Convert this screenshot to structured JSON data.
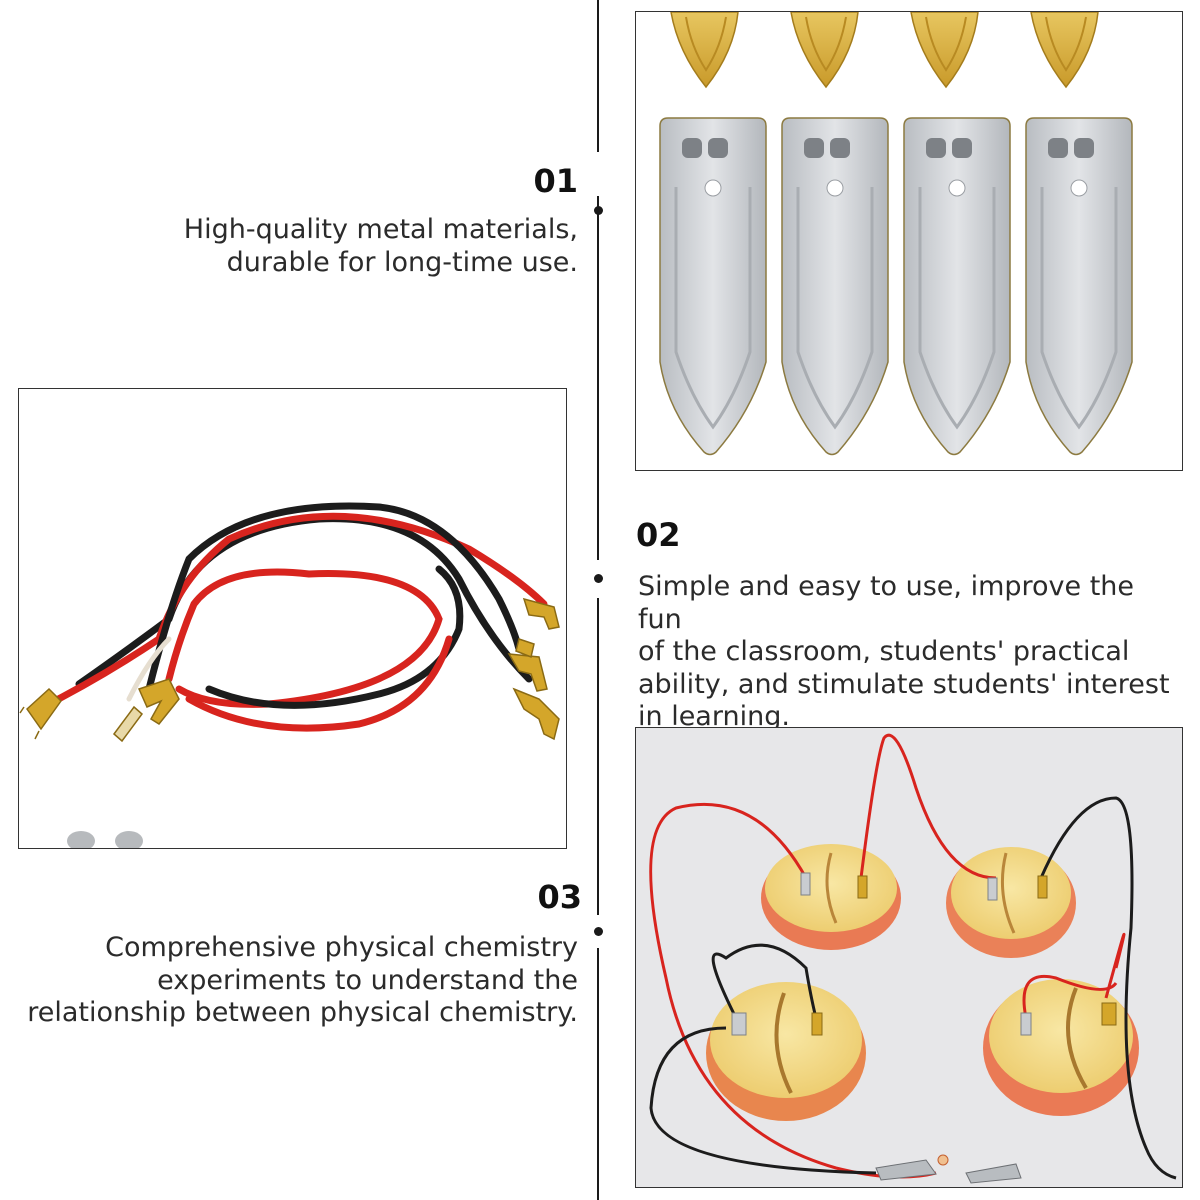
{
  "features": [
    {
      "number": "01",
      "lines": [
        "High-quality metal materials,",
        "durable for long-time use."
      ],
      "image": "metal-electrode-plates"
    },
    {
      "number": "02",
      "lines": [
        "Simple and easy to use, improve the fun",
        "of the classroom, students' practical",
        "ability, and stimulate students' interest",
        "in learning."
      ],
      "image": "wires-with-fork-terminals"
    },
    {
      "number": "03",
      "lines": [
        "Comprehensive physical chemistry",
        "experiments to understand the",
        "relationship between physical chemistry."
      ],
      "image": "apple-battery-experiment"
    }
  ],
  "colors": {
    "wire_red": "#d8241e",
    "wire_black": "#1c1c1c",
    "brass": "#d4a62a",
    "zinc": "#c9ccd0",
    "apple_flesh": "#f3dd8c",
    "apple_skin": "#e87a5a",
    "table_bg": "#e7e7e9"
  }
}
